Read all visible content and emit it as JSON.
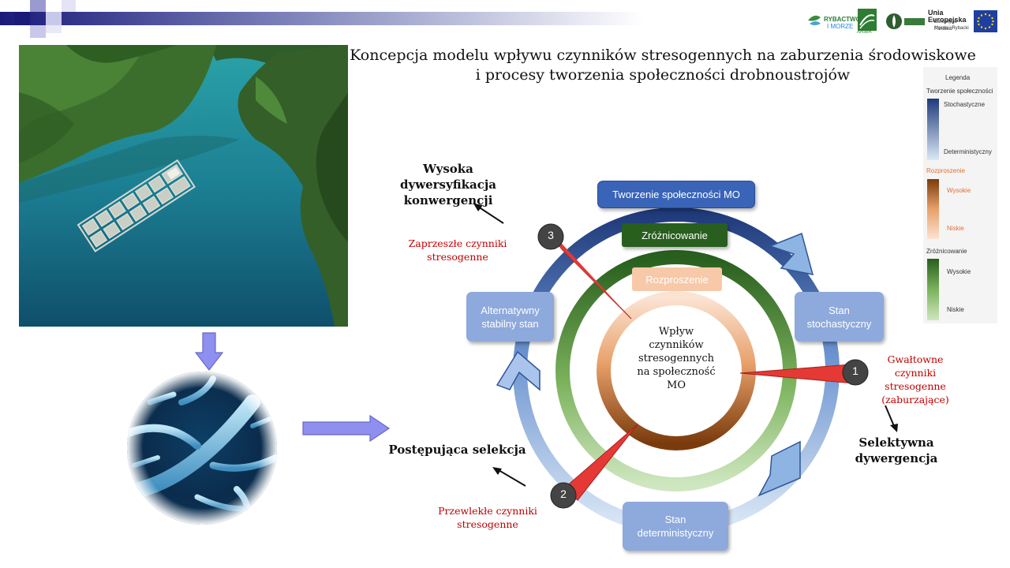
{
  "title": {
    "line1": "Koncepcja modelu wpływu czynników stresogennych na zaburzenia środowiskowe",
    "line2": "i procesy tworzenia społeczności drobnoustrojów"
  },
  "logos": {
    "rybactwo_line1": "RYBACTWO",
    "rybactwo_line2": "I MORZE",
    "arimr": "ARiMR",
    "ue_title": "Unia Europejska",
    "ue_line2": "Europejski Fundusz",
    "ue_line3": "Morski i Rybacki"
  },
  "diagram": {
    "top_box": "Tworzenie społeczności MO",
    "green_box": "Zróżnicowanie",
    "peach_box": "Rozproszenie",
    "stan_stochastyczny": [
      "Stan",
      "stochastyczny"
    ],
    "stan_deterministyczny": [
      "Stan",
      "deterministyczny"
    ],
    "alternatywny": [
      "Alternatywny",
      "stabilny stan"
    ],
    "center": [
      "Wpływ",
      "czynników",
      "stresogennych",
      "na społeczność",
      "MO"
    ],
    "marker1": "1",
    "marker2": "2",
    "marker3": "3",
    "label1": [
      "Gwałtowne",
      "czynniki",
      "stresogenne",
      "(zaburzające)"
    ],
    "label2": [
      "Przewlekłe czynniki",
      "stresogenne"
    ],
    "label3": [
      "Zaprzeszłe czynniki",
      "stresogenne"
    ],
    "outcome1": [
      "Selektywna",
      "dywergencja"
    ],
    "outcome2": "Postępująca selekcja",
    "outcome3": [
      "Wysoka dywersyfikacja",
      "konwergencji"
    ]
  },
  "legend": {
    "title": "Legenda",
    "g1_title": "Tworzenie społeczności",
    "g1_high": "Stochastyczne",
    "g1_low": "Deterministyczny",
    "g2_title": "Rozproszenie",
    "g2_high": "Wysokie",
    "g2_low": "Niskie",
    "g3_title": "Zróżnicowanie",
    "g3_high": "Wysokie",
    "g3_low": "Niskie"
  },
  "colors": {
    "navy": "#1f3a7a",
    "blue_box": "#3a64b8",
    "light_blue_box": "#8ea9dc",
    "green_dark": "#285e1e",
    "green_light": "#c6e3b4",
    "brown": "#7a3b0c",
    "peach": "#f7c9a8",
    "red_pointer": "#e53935",
    "red_text": "#c00000",
    "arrow_purple": "#8f8ff0"
  }
}
